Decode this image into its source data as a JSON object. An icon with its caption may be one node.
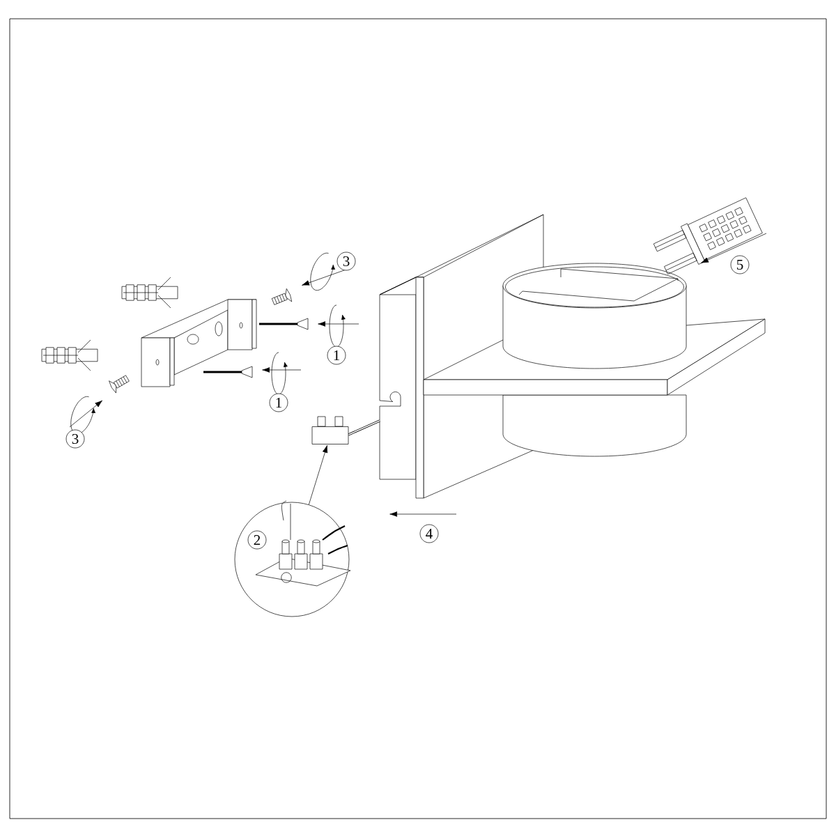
{
  "diagram": {
    "nodes": [
      {
        "text": [],
        "shape": "circle"
      },
      {
        "text": [],
        "shape": "box"
      }
    ],
    "edges": [
      {
        "from": 0,
        "to": 1,
        "arrow": "to"
      }
    ],
    "labels": [
      "3",
      "5",
      "1",
      "1",
      "3",
      "4",
      "2"
    ]
  }
}
